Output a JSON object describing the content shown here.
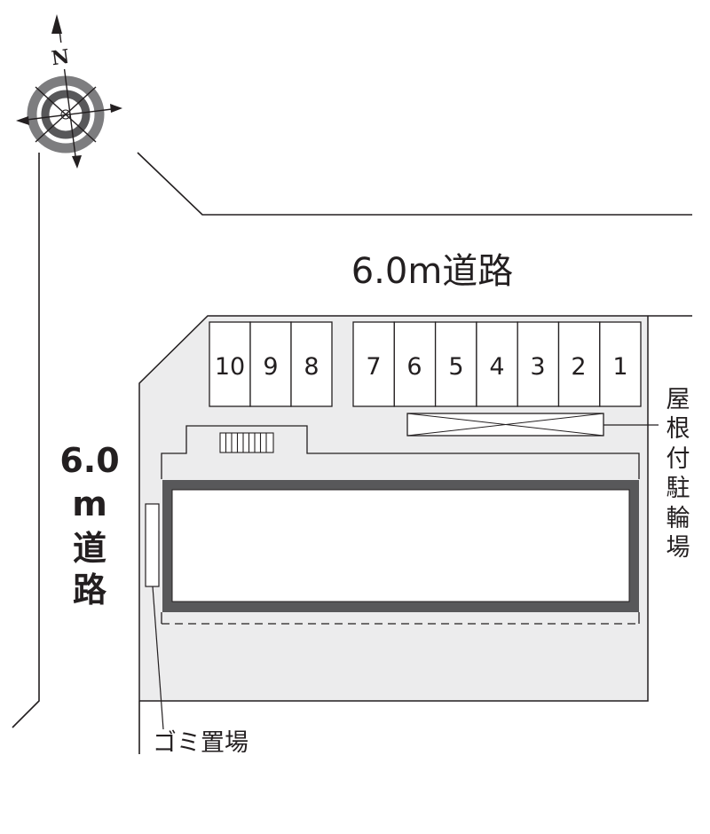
{
  "roads": {
    "top_label": "6.0m道路",
    "left_label_lines": [
      "6.0",
      "m",
      "道",
      "路"
    ]
  },
  "compass": {
    "north_label": "N"
  },
  "parking": {
    "spaces_left": [
      "10",
      "9",
      "8"
    ],
    "spaces_right": [
      "7",
      "6",
      "5",
      "4",
      "3",
      "2",
      "1"
    ]
  },
  "annotations": {
    "bicycle_parking_chars": [
      "屋",
      "根",
      "付",
      "駐",
      "輪",
      "場"
    ],
    "garbage_area": "ゴミ置場"
  },
  "colors": {
    "site_fill": "#ececed",
    "building_wall": "#58585a",
    "line": "#231f20",
    "compass_ring": "#7d7d7f"
  }
}
